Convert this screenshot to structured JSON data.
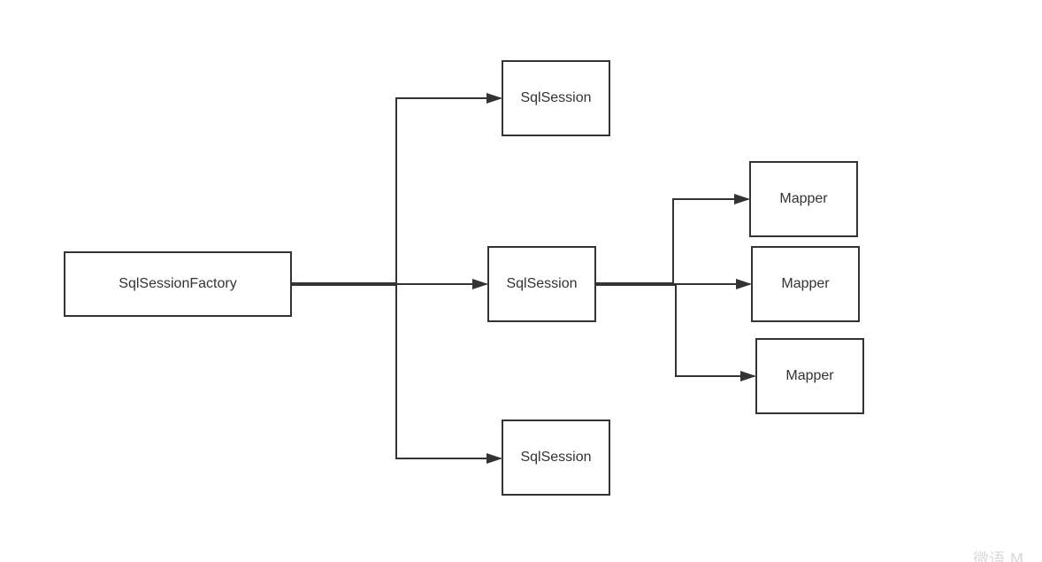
{
  "diagram": {
    "nodes": {
      "factory": {
        "label": "SqlSessionFactory"
      },
      "session_top": {
        "label": "SqlSession"
      },
      "session_middle": {
        "label": "SqlSession"
      },
      "session_bottom": {
        "label": "SqlSession"
      },
      "mapper_top": {
        "label": "Mapper"
      },
      "mapper_middle": {
        "label": "Mapper"
      },
      "mapper_bottom": {
        "label": "Mapper"
      }
    },
    "edges": [
      {
        "from": "factory",
        "to": "session_top"
      },
      {
        "from": "factory",
        "to": "session_middle"
      },
      {
        "from": "factory",
        "to": "session_bottom"
      },
      {
        "from": "session_middle",
        "to": "mapper_top"
      },
      {
        "from": "session_middle",
        "to": "mapper_middle"
      },
      {
        "from": "session_middle",
        "to": "mapper_bottom"
      }
    ],
    "colors": {
      "line": "#333333",
      "border": "#333333",
      "text": "#333333",
      "background": "#ffffff"
    }
  },
  "watermark": {
    "text": "微语 M"
  }
}
